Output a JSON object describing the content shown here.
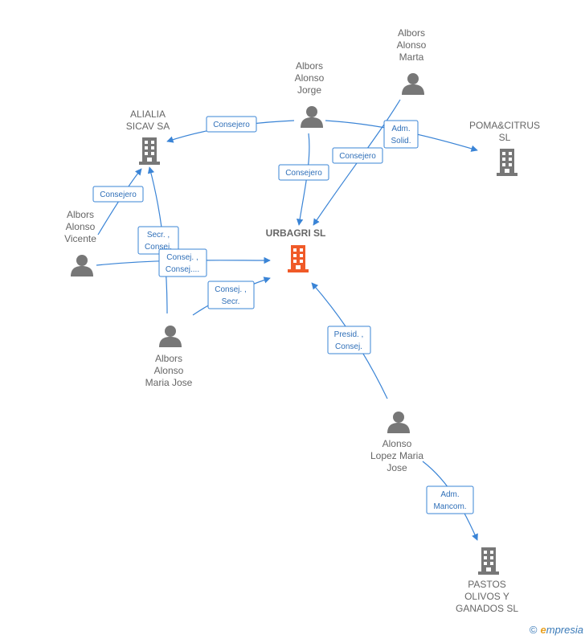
{
  "nodes": [
    {
      "id": "urbagri",
      "type": "company",
      "main": true,
      "label": [
        "URBAGRI SL"
      ],
      "color": "#f05a28"
    },
    {
      "id": "alialia",
      "type": "company",
      "label": [
        "ALIALIA",
        "SICAV SA"
      ],
      "color": "#777777"
    },
    {
      "id": "poma",
      "type": "company",
      "label": [
        "POMA&CITRUS",
        "SL"
      ],
      "color": "#777777"
    },
    {
      "id": "pastos",
      "type": "company",
      "label": [
        "PASTOS",
        "OLIVOS Y",
        "GANADOS SL"
      ],
      "color": "#777777"
    },
    {
      "id": "marta",
      "type": "person",
      "label": [
        "Albors",
        "Alonso",
        "Marta"
      ],
      "color": "#777777"
    },
    {
      "id": "jorge",
      "type": "person",
      "label": [
        "Albors",
        "Alonso",
        "Jorge"
      ],
      "color": "#777777"
    },
    {
      "id": "vicente",
      "type": "person",
      "label": [
        "Albors",
        "Alonso",
        "Vicente"
      ],
      "color": "#777777"
    },
    {
      "id": "mariajose",
      "type": "person",
      "label": [
        "Albors",
        "Alonso",
        "Maria Jose"
      ],
      "color": "#777777"
    },
    {
      "id": "lopez",
      "type": "person",
      "label": [
        "Alonso",
        "Lopez Maria",
        "Jose"
      ],
      "color": "#777777"
    }
  ],
  "edges": [
    {
      "id": "jorge-alialia",
      "label": [
        "Consejero"
      ]
    },
    {
      "id": "jorge-urbagri",
      "label": [
        "Consejero"
      ]
    },
    {
      "id": "jorge-poma",
      "label": [
        "Adm.",
        "Solid."
      ]
    },
    {
      "id": "marta-urbagri",
      "label": [
        "Consejero"
      ]
    },
    {
      "id": "vicente-alialia",
      "label": [
        "Consejero"
      ]
    },
    {
      "id": "mariajose-alialia",
      "label": [
        "Secr. ,",
        "Consej."
      ]
    },
    {
      "id": "vicente-urbagri",
      "label": [
        "Consej. ,",
        "Consej...."
      ]
    },
    {
      "id": "mariajose-urbagri",
      "label": [
        "Consej. ,",
        "Secr."
      ]
    },
    {
      "id": "lopez-urbagri",
      "label": [
        "Presid. ,",
        "Consej."
      ]
    },
    {
      "id": "lopez-pastos",
      "label": [
        "Adm.",
        "Mancom."
      ]
    }
  ],
  "watermark": {
    "symbol": "©",
    "brand_initial": "e",
    "brand_rest": "mpresia"
  },
  "colors": {
    "edge": "#3a84d6",
    "main_node": "#f05a28",
    "node": "#777777"
  }
}
